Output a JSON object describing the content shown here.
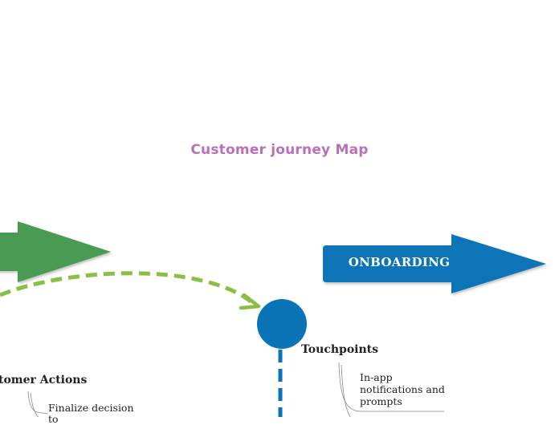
{
  "title": "Customer journey Map",
  "stages": [
    {
      "label": "",
      "color": "#4a9a52"
    },
    {
      "label": "ONBOARDING",
      "color": "#0a74b7"
    }
  ],
  "connector_color": "#8cbd45",
  "node_color": "#0a74b7",
  "branches": {
    "customer_actions": {
      "title": "tomer Actions",
      "items": [
        "Finalize decision",
        "to"
      ]
    },
    "touchpoints": {
      "title": "Touchpoints",
      "items": [
        "In-app notifications and prompts"
      ]
    }
  }
}
